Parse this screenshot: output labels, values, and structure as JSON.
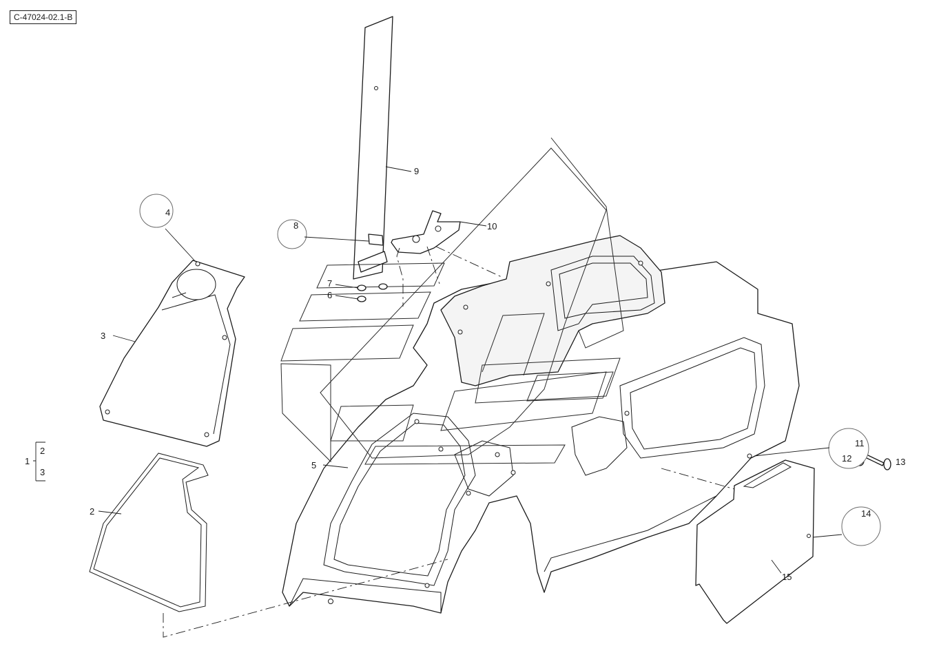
{
  "drawing_code": "C-47024-02.1-B",
  "callouts": {
    "c1": "1",
    "c2": "2",
    "c3": "3",
    "c4": "4",
    "c5": "5",
    "c6": "6",
    "c7": "7",
    "c8": "8",
    "c9": "9",
    "c10": "10",
    "c11": "11",
    "c12": "12",
    "c13": "13",
    "c14": "14",
    "c15": "15"
  },
  "assembly_group": {
    "parent": "1",
    "children": [
      "2",
      "3"
    ]
  },
  "colors": {
    "line": "#1a1a1a",
    "bubble_outline": "#6a6a6a",
    "background": "#ffffff"
  }
}
